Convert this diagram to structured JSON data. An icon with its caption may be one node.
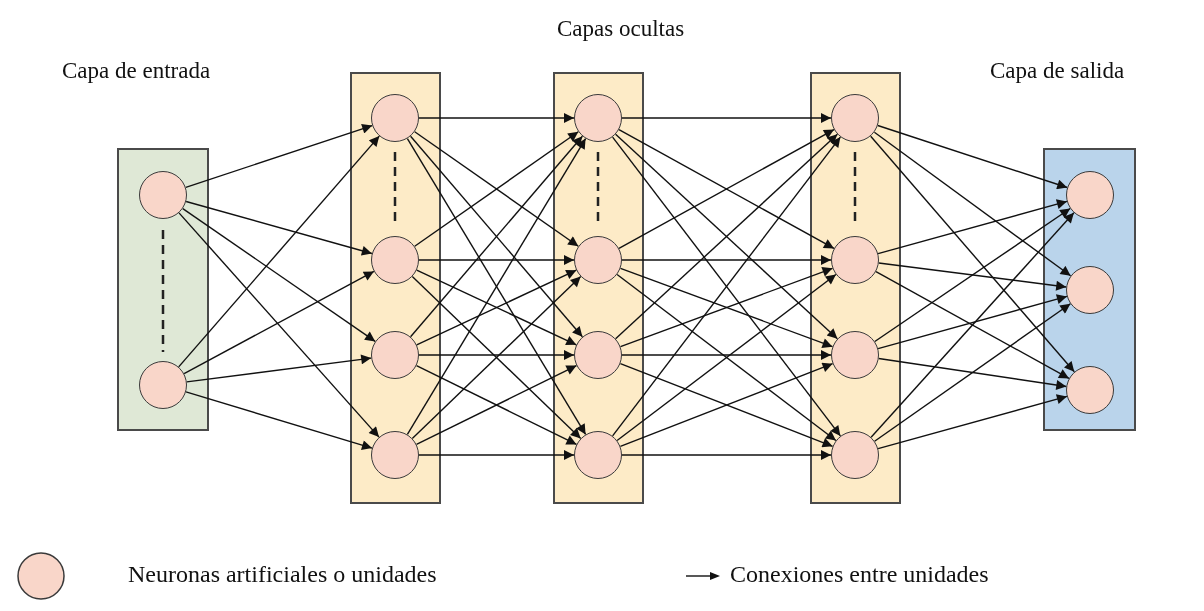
{
  "diagram": {
    "nodes": [
      {
        "text": [
          "Capa de entrada"
        ]
      },
      {
        "text": [],
        "shape": "circle",
        "in": 0
      },
      {
        "text": [],
        "shape": "circle",
        "in": 0
      },
      {
        "text": [],
        "shape": "box"
      },
      {
        "text": [],
        "shape": "circle",
        "in": 3
      },
      {
        "text": [],
        "shape": "circle",
        "in": 3
      },
      {
        "text": [],
        "shape": "circle",
        "in": 3
      },
      {
        "text": [],
        "shape": "circle",
        "in": 3
      },
      {
        "text": [],
        "shape": "box"
      },
      {
        "text": [],
        "shape": "circle",
        "in": 8
      },
      {
        "text": [],
        "shape": "circle",
        "in": 8
      },
      {
        "text": [],
        "shape": "circle",
        "in": 8
      },
      {
        "text": [],
        "shape": "circle",
        "in": 8
      },
      {
        "text": [],
        "shape": "box"
      },
      {
        "text": [],
        "shape": "circle",
        "in": 13
      },
      {
        "text": [],
        "shape": "circle",
        "in": 13
      },
      {
        "text": [],
        "shape": "circle",
        "in": 13
      },
      {
        "text": [],
        "shape": "circle",
        "in": 13
      },
      {
        "text": [
          "Capa de salida"
        ]
      },
      {
        "text": [],
        "shape": "circle",
        "in": 18
      },
      {
        "text": [],
        "shape": "circle",
        "in": 18
      },
      {
        "text": [],
        "shape": "circle",
        "in": 18
      }
    ],
    "edges": [
      {
        "from": 1,
        "to": 4,
        "arrow": "to"
      },
      {
        "from": 1,
        "to": 5,
        "arrow": "to"
      },
      {
        "from": 1,
        "to": 6,
        "arrow": "to"
      },
      {
        "from": 1,
        "to": 7,
        "arrow": "to"
      },
      {
        "from": 2,
        "to": 4,
        "arrow": "to"
      },
      {
        "from": 2,
        "to": 5,
        "arrow": "to"
      },
      {
        "from": 2,
        "to": 6,
        "arrow": "to"
      },
      {
        "from": 2,
        "to": 7,
        "arrow": "to"
      },
      {
        "from": 4,
        "to": 9,
        "arrow": "to"
      },
      {
        "from": 4,
        "to": 10,
        "arrow": "to"
      },
      {
        "from": 4,
        "to": 11,
        "arrow": "to"
      },
      {
        "from": 4,
        "to": 12,
        "arrow": "to"
      },
      {
        "from": 5,
        "to": 9,
        "arrow": "to"
      },
      {
        "from": 5,
        "to": 10,
        "arrow": "to"
      },
      {
        "from": 5,
        "to": 11,
        "arrow": "to"
      },
      {
        "from": 5,
        "to": 12,
        "arrow": "to"
      },
      {
        "from": 6,
        "to": 9,
        "arrow": "to"
      },
      {
        "from": 6,
        "to": 10,
        "arrow": "to"
      },
      {
        "from": 6,
        "to": 11,
        "arrow": "to"
      },
      {
        "from": 6,
        "to": 12,
        "arrow": "to"
      },
      {
        "from": 7,
        "to": 9,
        "arrow": "to"
      },
      {
        "from": 7,
        "to": 10,
        "arrow": "to"
      },
      {
        "from": 7,
        "to": 11,
        "arrow": "to"
      },
      {
        "from": 7,
        "to": 12,
        "arrow": "to"
      },
      {
        "from": 9,
        "to": 14,
        "arrow": "to"
      },
      {
        "from": 9,
        "to": 15,
        "arrow": "to"
      },
      {
        "from": 9,
        "to": 16,
        "arrow": "to"
      },
      {
        "from": 9,
        "to": 17,
        "arrow": "to"
      },
      {
        "from": 10,
        "to": 14,
        "arrow": "to"
      },
      {
        "from": 10,
        "to": 15,
        "arrow": "to"
      },
      {
        "from": 10,
        "to": 16,
        "arrow": "to"
      },
      {
        "from": 10,
        "to": 17,
        "arrow": "to"
      },
      {
        "from": 11,
        "to": 14,
        "arrow": "to"
      },
      {
        "from": 11,
        "to": 15,
        "arrow": "to"
      },
      {
        "from": 11,
        "to": 16,
        "arrow": "to"
      },
      {
        "from": 11,
        "to": 17,
        "arrow": "to"
      },
      {
        "from": 12,
        "to": 14,
        "arrow": "to"
      },
      {
        "from": 12,
        "to": 15,
        "arrow": "to"
      },
      {
        "from": 12,
        "to": 16,
        "arrow": "to"
      },
      {
        "from": 12,
        "to": 17,
        "arrow": "to"
      },
      {
        "from": 14,
        "to": 19,
        "arrow": "to"
      },
      {
        "from": 14,
        "to": 20,
        "arrow": "to"
      },
      {
        "from": 14,
        "to": 21,
        "arrow": "to"
      },
      {
        "from": 15,
        "to": 19,
        "arrow": "to"
      },
      {
        "from": 15,
        "to": 20,
        "arrow": "to"
      },
      {
        "from": 15,
        "to": 21,
        "arrow": "to"
      },
      {
        "from": 16,
        "to": 19,
        "arrow": "to"
      },
      {
        "from": 16,
        "to": 20,
        "arrow": "to"
      },
      {
        "from": 16,
        "to": 21,
        "arrow": "to"
      },
      {
        "from": 17,
        "to": 19,
        "arrow": "to"
      },
      {
        "from": 17,
        "to": 20,
        "arrow": "to"
      },
      {
        "from": 17,
        "to": 21,
        "arrow": "to"
      }
    ],
    "labels": [
      "Capas ocultas"
    ],
    "legend": [
      {
        "text": "Neuronas artificiales o unidades"
      },
      {
        "text": "Conexiones entre unidades"
      }
    ]
  }
}
